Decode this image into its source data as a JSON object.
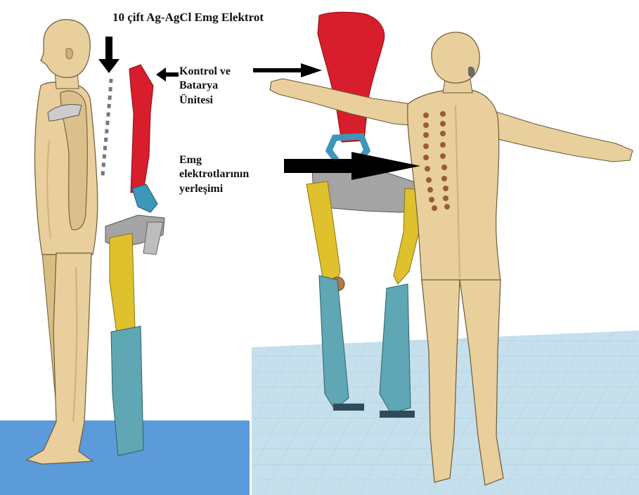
{
  "figure": {
    "labels": {
      "electrodes_title": "10 çift Ag-AgCl Emg Elektrot",
      "control_unit": "Kontrol ve\nBatarya\nÜnitesi",
      "electrode_placement": "Emg\nelektrotlarının\nyerleşimi"
    },
    "colors": {
      "skin": "#e8cf9c",
      "skin_shadow": "#cfb17a",
      "control_unit": "#d81d2d",
      "hip_joint": "#3d97b8",
      "hip_frame": "#a4a4a4",
      "thigh_link": "#dfc12d",
      "shank_link": "#5fa7b4",
      "electrode": "#9a5a3c",
      "floor_left": "#5b9bd9",
      "floor_right": "#bfdce8",
      "grid_line": "#a7cddc"
    }
  }
}
